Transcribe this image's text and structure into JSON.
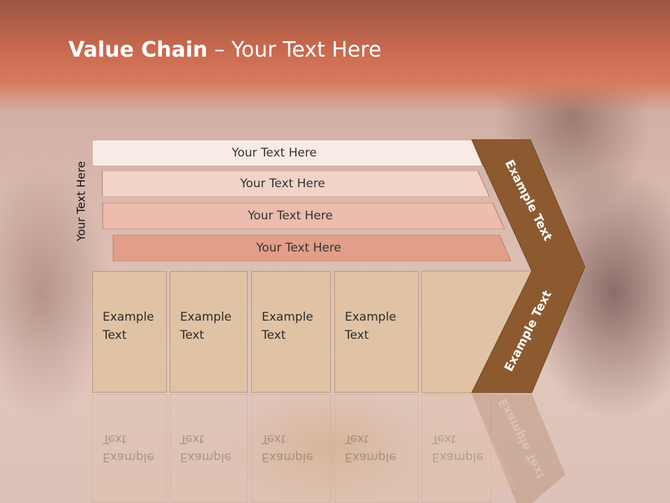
{
  "title": {
    "bold": "Value Chain",
    "rest": " – Your Text Here"
  },
  "side_label": "Your Text Here",
  "rows": [
    {
      "label": "Your Text Here",
      "color": "#f8ebe6"
    },
    {
      "label": "Your Text Here",
      "color": "#f1d3c8"
    },
    {
      "label": "Your Text Here",
      "color": "#ecbcae"
    },
    {
      "label": "Your Text Here",
      "color": "#e29e88"
    }
  ],
  "columns": [
    {
      "line1": "Example",
      "line2": "Text"
    },
    {
      "line1": "Example",
      "line2": "Text"
    },
    {
      "line1": "Example",
      "line2": "Text"
    },
    {
      "line1": "Example",
      "line2": "Text"
    },
    {
      "line1": "Example",
      "line2": "Text"
    }
  ],
  "chevron_top_label": "Example Text",
  "chevron_bottom_label": "Example Text",
  "colors": {
    "header": "#c86a50",
    "chevron": "#8d5a30",
    "column_fill": "#e0c3a5"
  }
}
